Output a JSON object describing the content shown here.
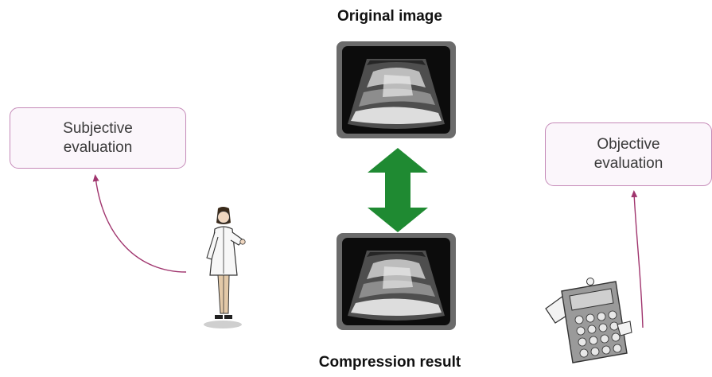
{
  "diagram": {
    "title_original": "Original image",
    "title_result": "Compression result",
    "subjective": {
      "line1": "Subjective",
      "line2": "evaluation"
    },
    "objective": {
      "line1": "Objective",
      "line2": "evaluation"
    }
  },
  "colors": {
    "arrow": "#1f8a32",
    "connector": "#a0356e",
    "box_border": "#c58ab8",
    "box_fill": "#fbf6fb"
  },
  "icons": {
    "person": "doctor-figure-icon",
    "device": "calculator-icon"
  }
}
